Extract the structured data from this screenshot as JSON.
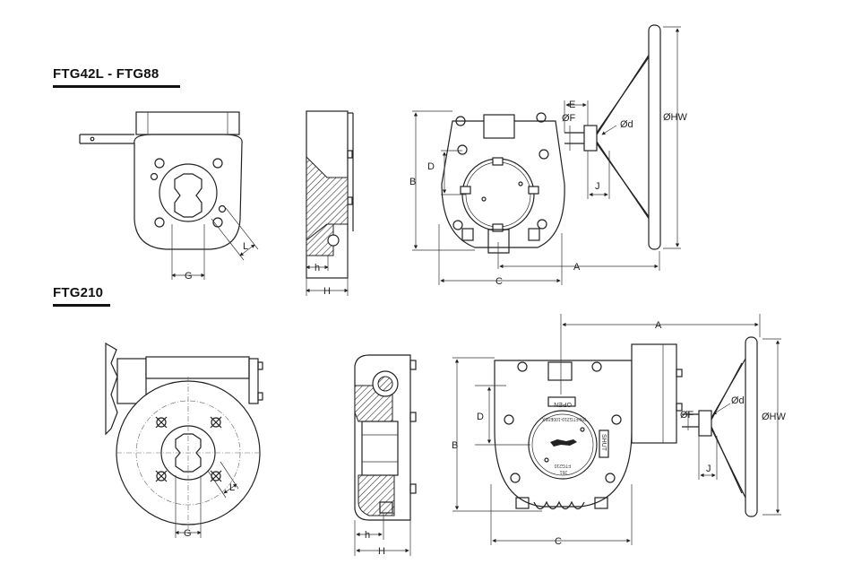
{
  "sections": [
    {
      "title": "FTG42L - FTG88"
    },
    {
      "title": "FTG210"
    }
  ],
  "dimensions": {
    "a": "A",
    "b": "B",
    "c": "C",
    "d": "D",
    "e": "E",
    "f": "ØF",
    "d_small": "Ød",
    "hw": "ØHW",
    "g": "G",
    "h": "h",
    "h_big": "H",
    "j": "J",
    "l": "L"
  },
  "plate": {
    "open": "OPEN",
    "shut": "SHUT",
    "pn": "PN:FTG210-100E55X",
    "model": "FTG210",
    "sn": "261"
  },
  "colors": {
    "line": "#222222",
    "background": "#ffffff"
  }
}
